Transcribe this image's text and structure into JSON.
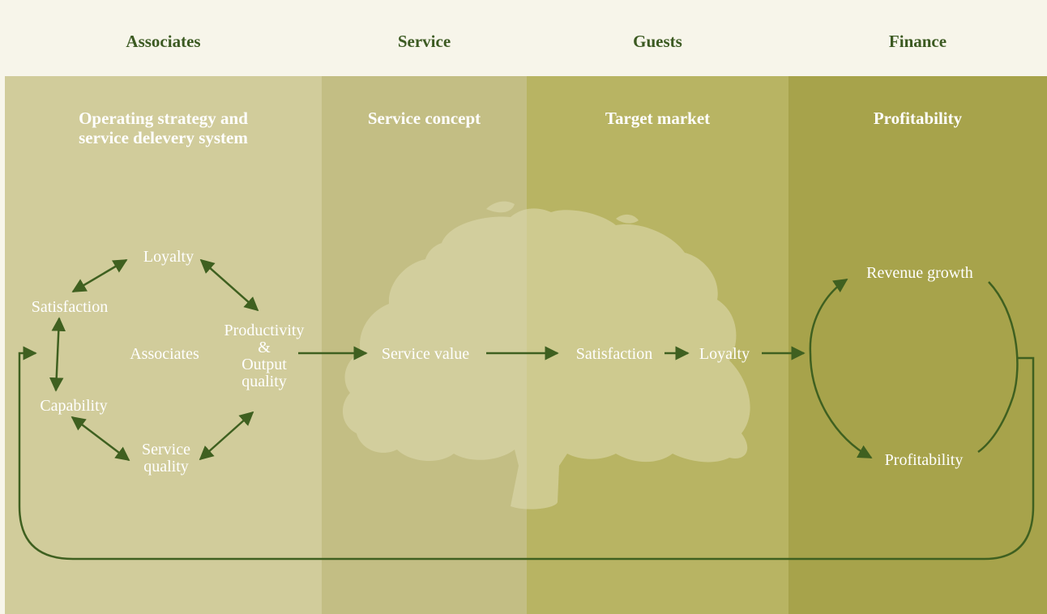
{
  "headers": {
    "associates": "Associates",
    "service": "Service",
    "guests": "Guests",
    "finance": "Finance"
  },
  "columns": {
    "associates": "Operating strategy and\nservice delevery system",
    "service": "Service concept",
    "guests": "Target market",
    "finance": "Profitability"
  },
  "cycle": {
    "loyalty": "Loyalty",
    "satisfaction": "Satisfaction",
    "associates": "Associates",
    "productivity": "Productivity\n&\nOutput\nquality",
    "capability": "Capability",
    "service_quality": "Service\nquality"
  },
  "chain": {
    "service_value": "Service value",
    "guest_satisfaction": "Satisfaction",
    "guest_loyalty": "Loyalty"
  },
  "finance_cycle": {
    "revenue_growth": "Revenue growth",
    "profitability": "Profitability"
  },
  "colors": {
    "header_bg": "#f7f5ea",
    "header_text": "#3c5a22",
    "col_associates": "#d1cc9b",
    "col_service": "#c3be84",
    "col_guests": "#b8b463",
    "col_finance": "#a7a34b",
    "arrow": "#3f6020",
    "tree": "#e0dcb3"
  },
  "icons": {
    "watermark": "oak-tree-icon"
  }
}
